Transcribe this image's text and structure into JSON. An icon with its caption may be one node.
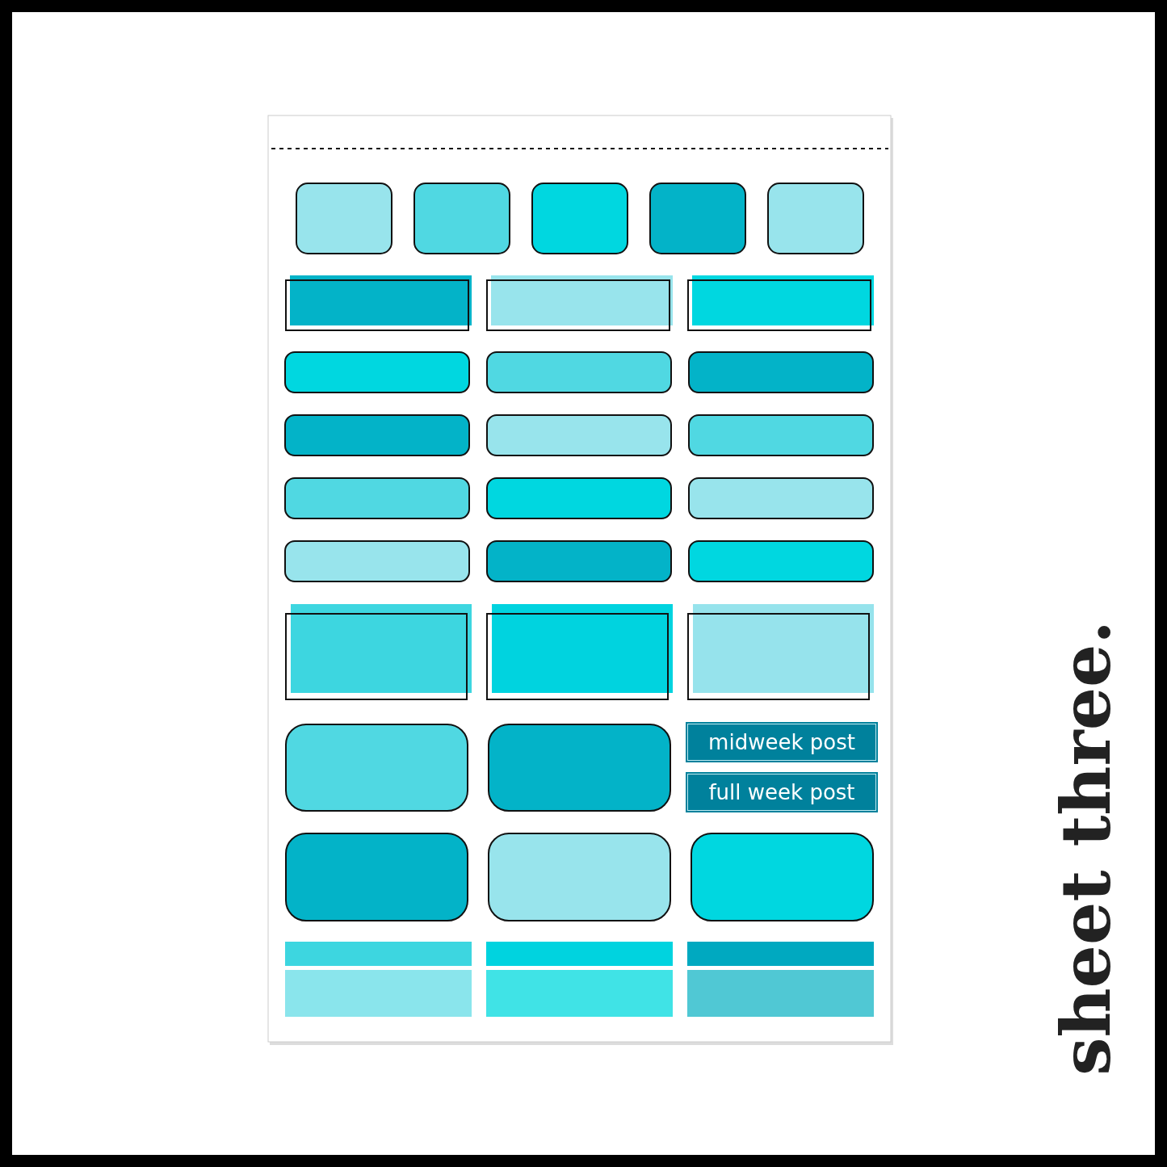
{
  "diagram": {
    "nodes": [
      {
        "text": [
          "midweek post"
        ]
      },
      {
        "text": [
          "full week post"
        ]
      }
    ],
    "labels": [
      "sheet three."
    ]
  }
}
